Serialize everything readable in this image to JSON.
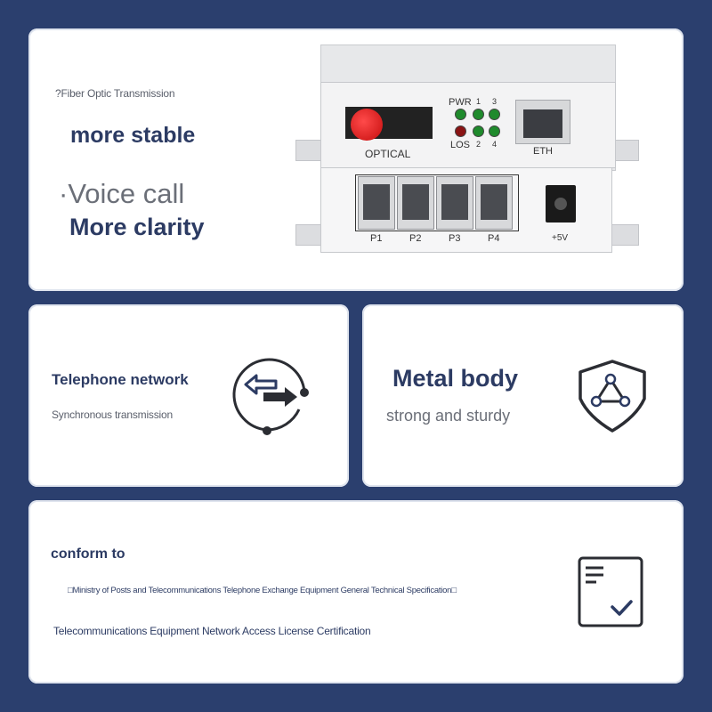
{
  "top_card": {
    "line1": "?Fiber Optic Transmission",
    "line2": "more stable",
    "line3": "·Voice call",
    "line4": "More clarity"
  },
  "device": {
    "labels": {
      "pwr": "PWR",
      "los": "LOS",
      "n1": "1",
      "n2": "2",
      "n3": "3",
      "n4": "4",
      "optical": "OPTICAL",
      "eth": "ETH",
      "p1": "P1",
      "p2": "P2",
      "p3": "P3",
      "p4": "P4",
      "power": "+5V"
    },
    "led_colors": {
      "green": "#1f8a2c",
      "red": "#8a1414"
    },
    "optical_cap_color": "#e01515"
  },
  "left_card": {
    "title": "Telephone network",
    "subtitle": "Synchronous transmission",
    "icon": "sync-transfer-icon"
  },
  "right_card": {
    "title": "Metal body",
    "subtitle": "strong and sturdy",
    "icon": "shield-triangle-icon"
  },
  "bottom_card": {
    "heading": "conform to",
    "line1": "□Ministry of Posts and Telecommunications Telephone Exchange Equipment General Technical Specification□",
    "line2": "Telecommunications Equipment Network Access License Certification",
    "icon": "document-check-icon"
  },
  "colors": {
    "background": "#2b3f6e",
    "card": "#ffffff",
    "heading_blue": "#2c3b63",
    "icon_dark": "#2b2d33"
  }
}
